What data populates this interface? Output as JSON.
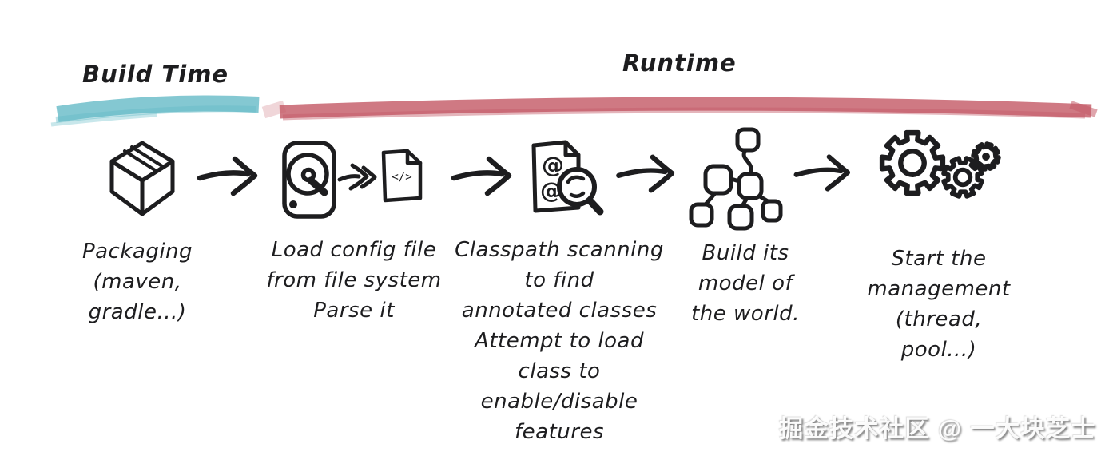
{
  "diagram": {
    "phases": {
      "build_time": {
        "label": "Build Time",
        "highlight_color": "#62b9c5"
      },
      "runtime": {
        "label": "Runtime",
        "highlight_color": "#c45b68"
      }
    },
    "steps": [
      {
        "icon": "package-box",
        "caption": "Packaging\n(maven,\ngradle...)"
      },
      {
        "icon": "hard-disk-to-code-file",
        "caption": "Load config file\nfrom file system\nParse it"
      },
      {
        "icon": "annotated-document-magnifier",
        "caption": "Classpath scanning\nto find\nannotated classes\nAttempt to load\nclass to\nenable/disable\nfeatures"
      },
      {
        "icon": "object-graph",
        "caption": "Build its\nmodel of\nthe world."
      },
      {
        "icon": "gears",
        "caption": "Start the\nmanagement\n(thread,\npool...)"
      }
    ],
    "code_file_glyph": "</>",
    "annotation_glyph": "@",
    "ink_color": "#1d1d1f",
    "watermark": "掘金技术社区 @ 一大块芝士"
  }
}
